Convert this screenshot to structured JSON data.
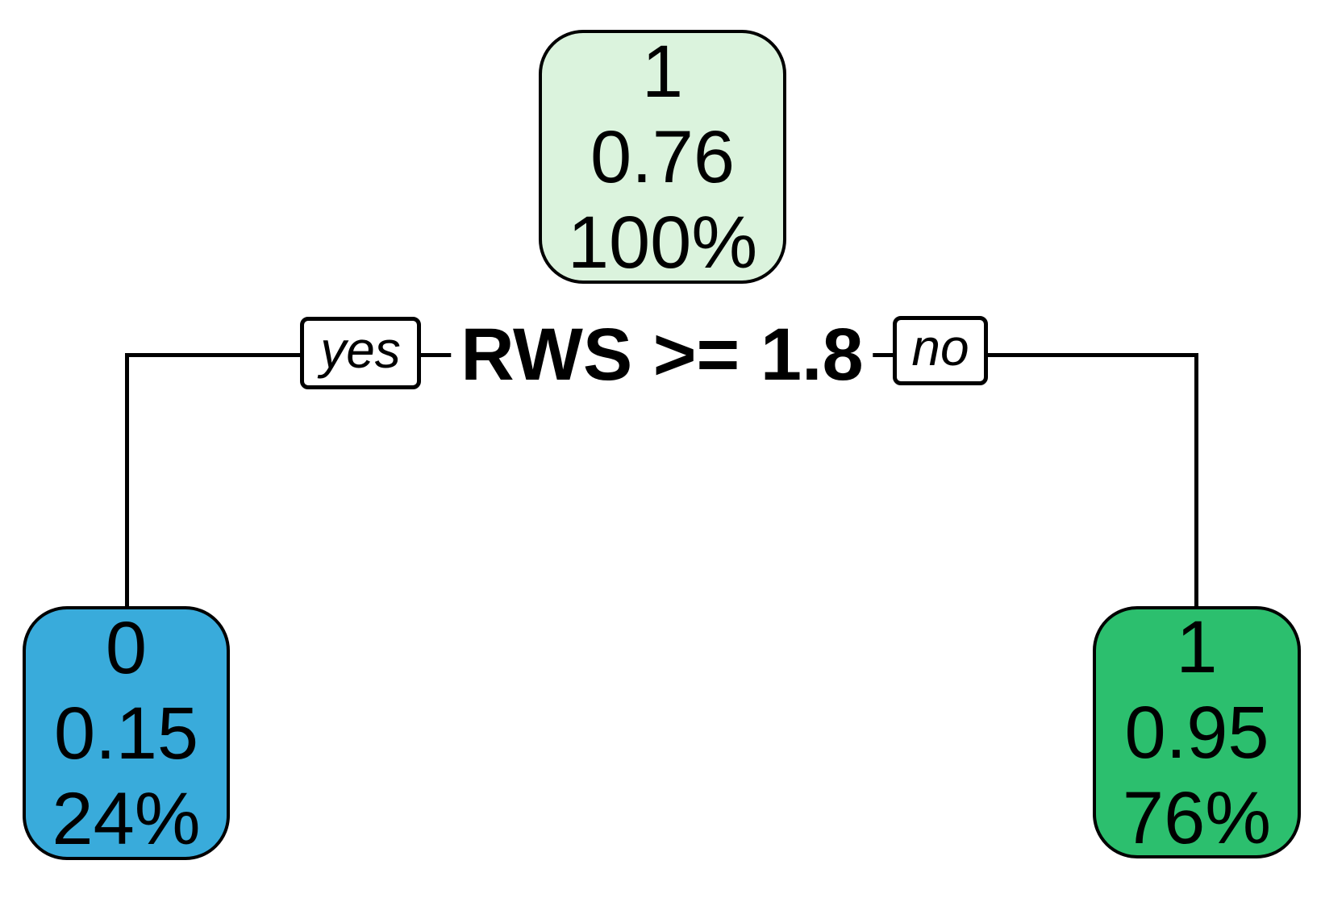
{
  "diagram": {
    "type": "decision-tree",
    "split": {
      "condition": "RWS >= 1.8",
      "yes_label": "yes",
      "no_label": "no"
    },
    "nodes": {
      "root": {
        "class": "1",
        "probability": "0.76",
        "coverage": "100%",
        "fill": "#dbf3dd"
      },
      "left": {
        "class": "0",
        "probability": "0.15",
        "coverage": "24%",
        "fill": "#39abdb"
      },
      "right": {
        "class": "1",
        "probability": "0.95",
        "coverage": "76%",
        "fill": "#2cbf6e"
      }
    },
    "colors": {
      "line": "#000000",
      "text": "#000000",
      "background": "#ffffff"
    }
  }
}
